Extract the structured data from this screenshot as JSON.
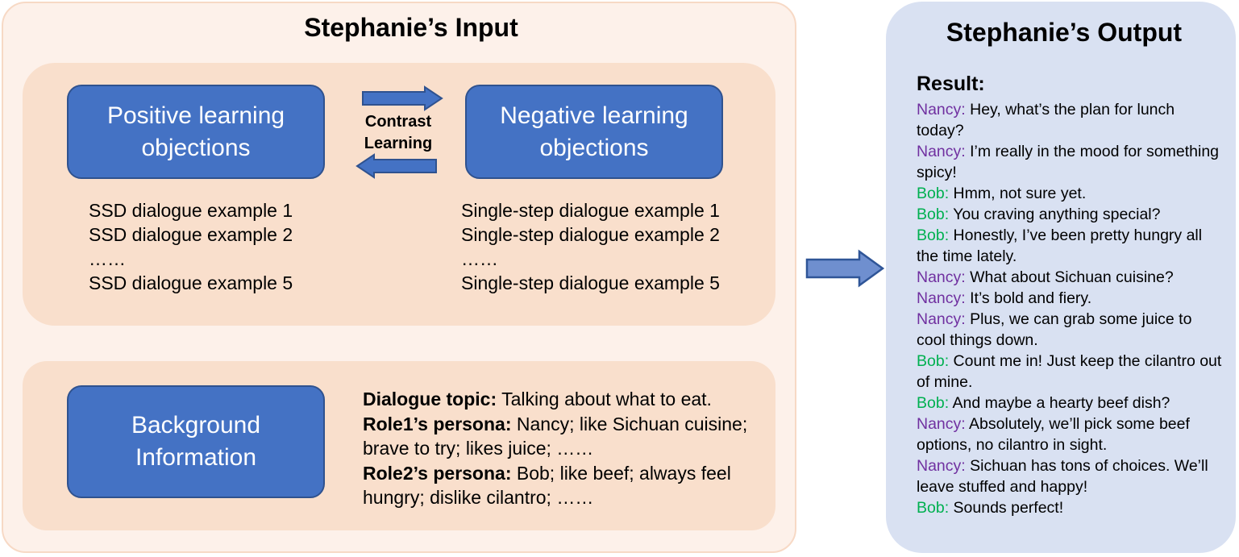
{
  "input": {
    "title": "Stephanie’s Input",
    "positive_box": [
      "Positive learning",
      "objections"
    ],
    "negative_box": [
      "Negative learning",
      "objections"
    ],
    "contrast_label": [
      "Contrast",
      "Learning"
    ],
    "positive_examples": [
      "SSD dialogue example 1",
      "SSD dialogue example 2",
      "……",
      "SSD dialogue example 5"
    ],
    "negative_examples": [
      "Single-step dialogue example 1",
      "Single-step dialogue example 2",
      "……",
      "Single-step dialogue example 5"
    ],
    "background_box": [
      "Background",
      "Information"
    ],
    "background_info": [
      {
        "label": "Dialogue topic:",
        "text": " Talking about what to eat."
      },
      {
        "label": "Role1’s persona:",
        "text": " Nancy; like Sichuan cuisine; brave to try; likes juice; ……"
      },
      {
        "label": "Role2’s persona:",
        "text": " Bob; like beef; always feel hungry; dislike cilantro; ……"
      }
    ]
  },
  "output": {
    "title": "Stephanie’s Output",
    "result_label": "Result:",
    "dialogue": [
      {
        "speaker": "Nancy",
        "text": "Hey, what’s the plan for lunch today?"
      },
      {
        "speaker": "Nancy",
        "text": "I’m really in the mood for something spicy!"
      },
      {
        "speaker": "Bob",
        "text": "Hmm, not sure yet."
      },
      {
        "speaker": "Bob",
        "text": "You craving anything special?"
      },
      {
        "speaker": "Bob",
        "text": "Honestly, I’ve been pretty hungry all the time lately."
      },
      {
        "speaker": "Nancy",
        "text": "What about Sichuan cuisine?"
      },
      {
        "speaker": "Nancy",
        "text": "It’s bold and fiery."
      },
      {
        "speaker": "Nancy",
        "text": "Plus, we can grab some juice to cool things down."
      },
      {
        "speaker": "Bob",
        "text": "Count me in! Just keep the cilantro out of mine."
      },
      {
        "speaker": "Bob",
        "text": "And maybe a hearty beef dish?"
      },
      {
        "speaker": "Nancy",
        "text": "Absolutely, we’ll pick some beef options, no cilantro in sight."
      },
      {
        "speaker": "Nancy",
        "text": "Sichuan has tons of choices. We’ll leave stuffed and happy!"
      },
      {
        "speaker": "Bob",
        "text": "Sounds perfect!"
      }
    ]
  },
  "colors": {
    "box_blue": "#4472c4",
    "nancy": "#7030a0",
    "bob": "#00b050",
    "input_bg": "#fdf1ea",
    "inner_bg": "#f9dfcc",
    "output_bg": "#d9e1f2"
  }
}
